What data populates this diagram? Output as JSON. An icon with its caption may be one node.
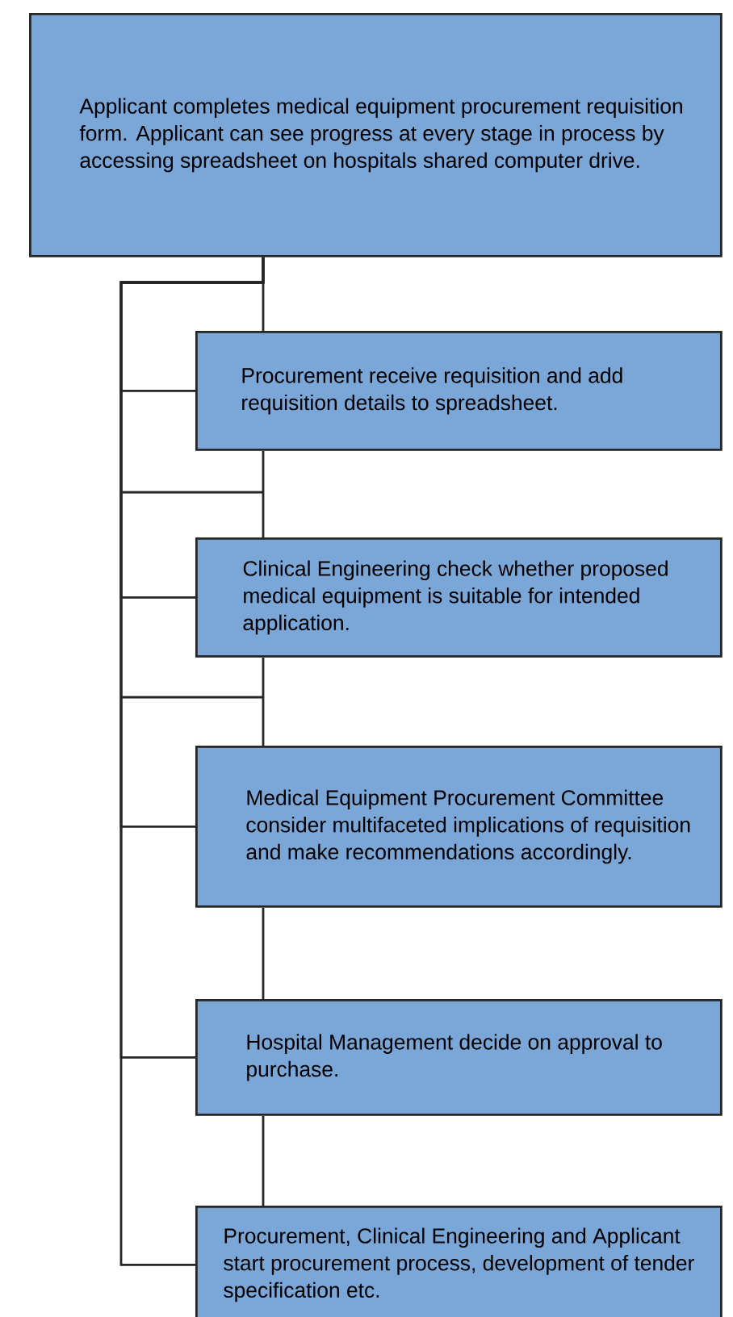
{
  "diagram": {
    "nodes": [
      {
        "text": [
          "Applicant completes medical equipment procurement requisition form. Applicant can see progress at every stage in process by accessing spreadsheet on hospitals shared computer drive."
        ]
      },
      {
        "text": [
          "Procurement receive requisition and add requisition details to spreadsheet."
        ]
      },
      {
        "text": [
          "Clinical Engineering check whether proposed medical equipment is suitable for intended application."
        ]
      },
      {
        "text": [
          "Medical Equipment Procurement Committee consider multifaceted implications of requisition and make recommendations accordingly."
        ]
      },
      {
        "text": [
          "Hospital Management decide on approval to purchase."
        ]
      },
      {
        "text": [
          "Procurement, Clinical Engineering and Applicant start procurement process, development of tender specification etc."
        ]
      }
    ],
    "edges": [
      {
        "from": 0,
        "to": 1,
        "arrow": "none"
      },
      {
        "from": 1,
        "to": 2,
        "arrow": "none"
      },
      {
        "from": 2,
        "to": 3,
        "arrow": "none"
      },
      {
        "from": 3,
        "to": 4,
        "arrow": "none"
      },
      {
        "from": 4,
        "to": 5,
        "arrow": "none"
      },
      {
        "from": 0,
        "to": 1,
        "arrow": "none"
      },
      {
        "from": 0,
        "to": 2,
        "arrow": "none"
      },
      {
        "from": 0,
        "to": 3,
        "arrow": "none"
      },
      {
        "from": 0,
        "to": 4,
        "arrow": "none"
      },
      {
        "from": 0,
        "to": 5,
        "arrow": "none"
      }
    ]
  }
}
